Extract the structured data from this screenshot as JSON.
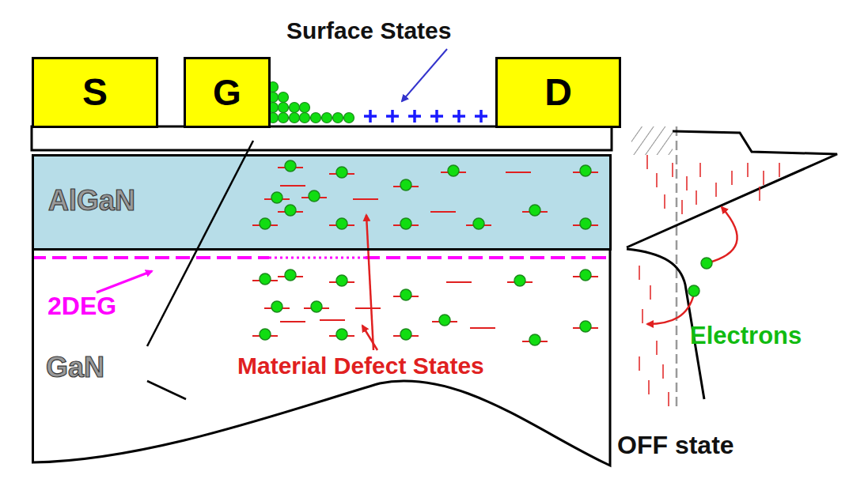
{
  "diagram": {
    "nodes": [
      {
        "text": [
          "S"
        ]
      },
      {
        "text": [
          "G"
        ]
      },
      {
        "text": [
          "D"
        ]
      },
      {
        "text": [
          "AlGaN"
        ]
      },
      {
        "text": [
          "GaN"
        ]
      }
    ],
    "labels": [
      "Surface States",
      "2DEG",
      "Material Defect States",
      "Electrons",
      "OFF state"
    ]
  }
}
